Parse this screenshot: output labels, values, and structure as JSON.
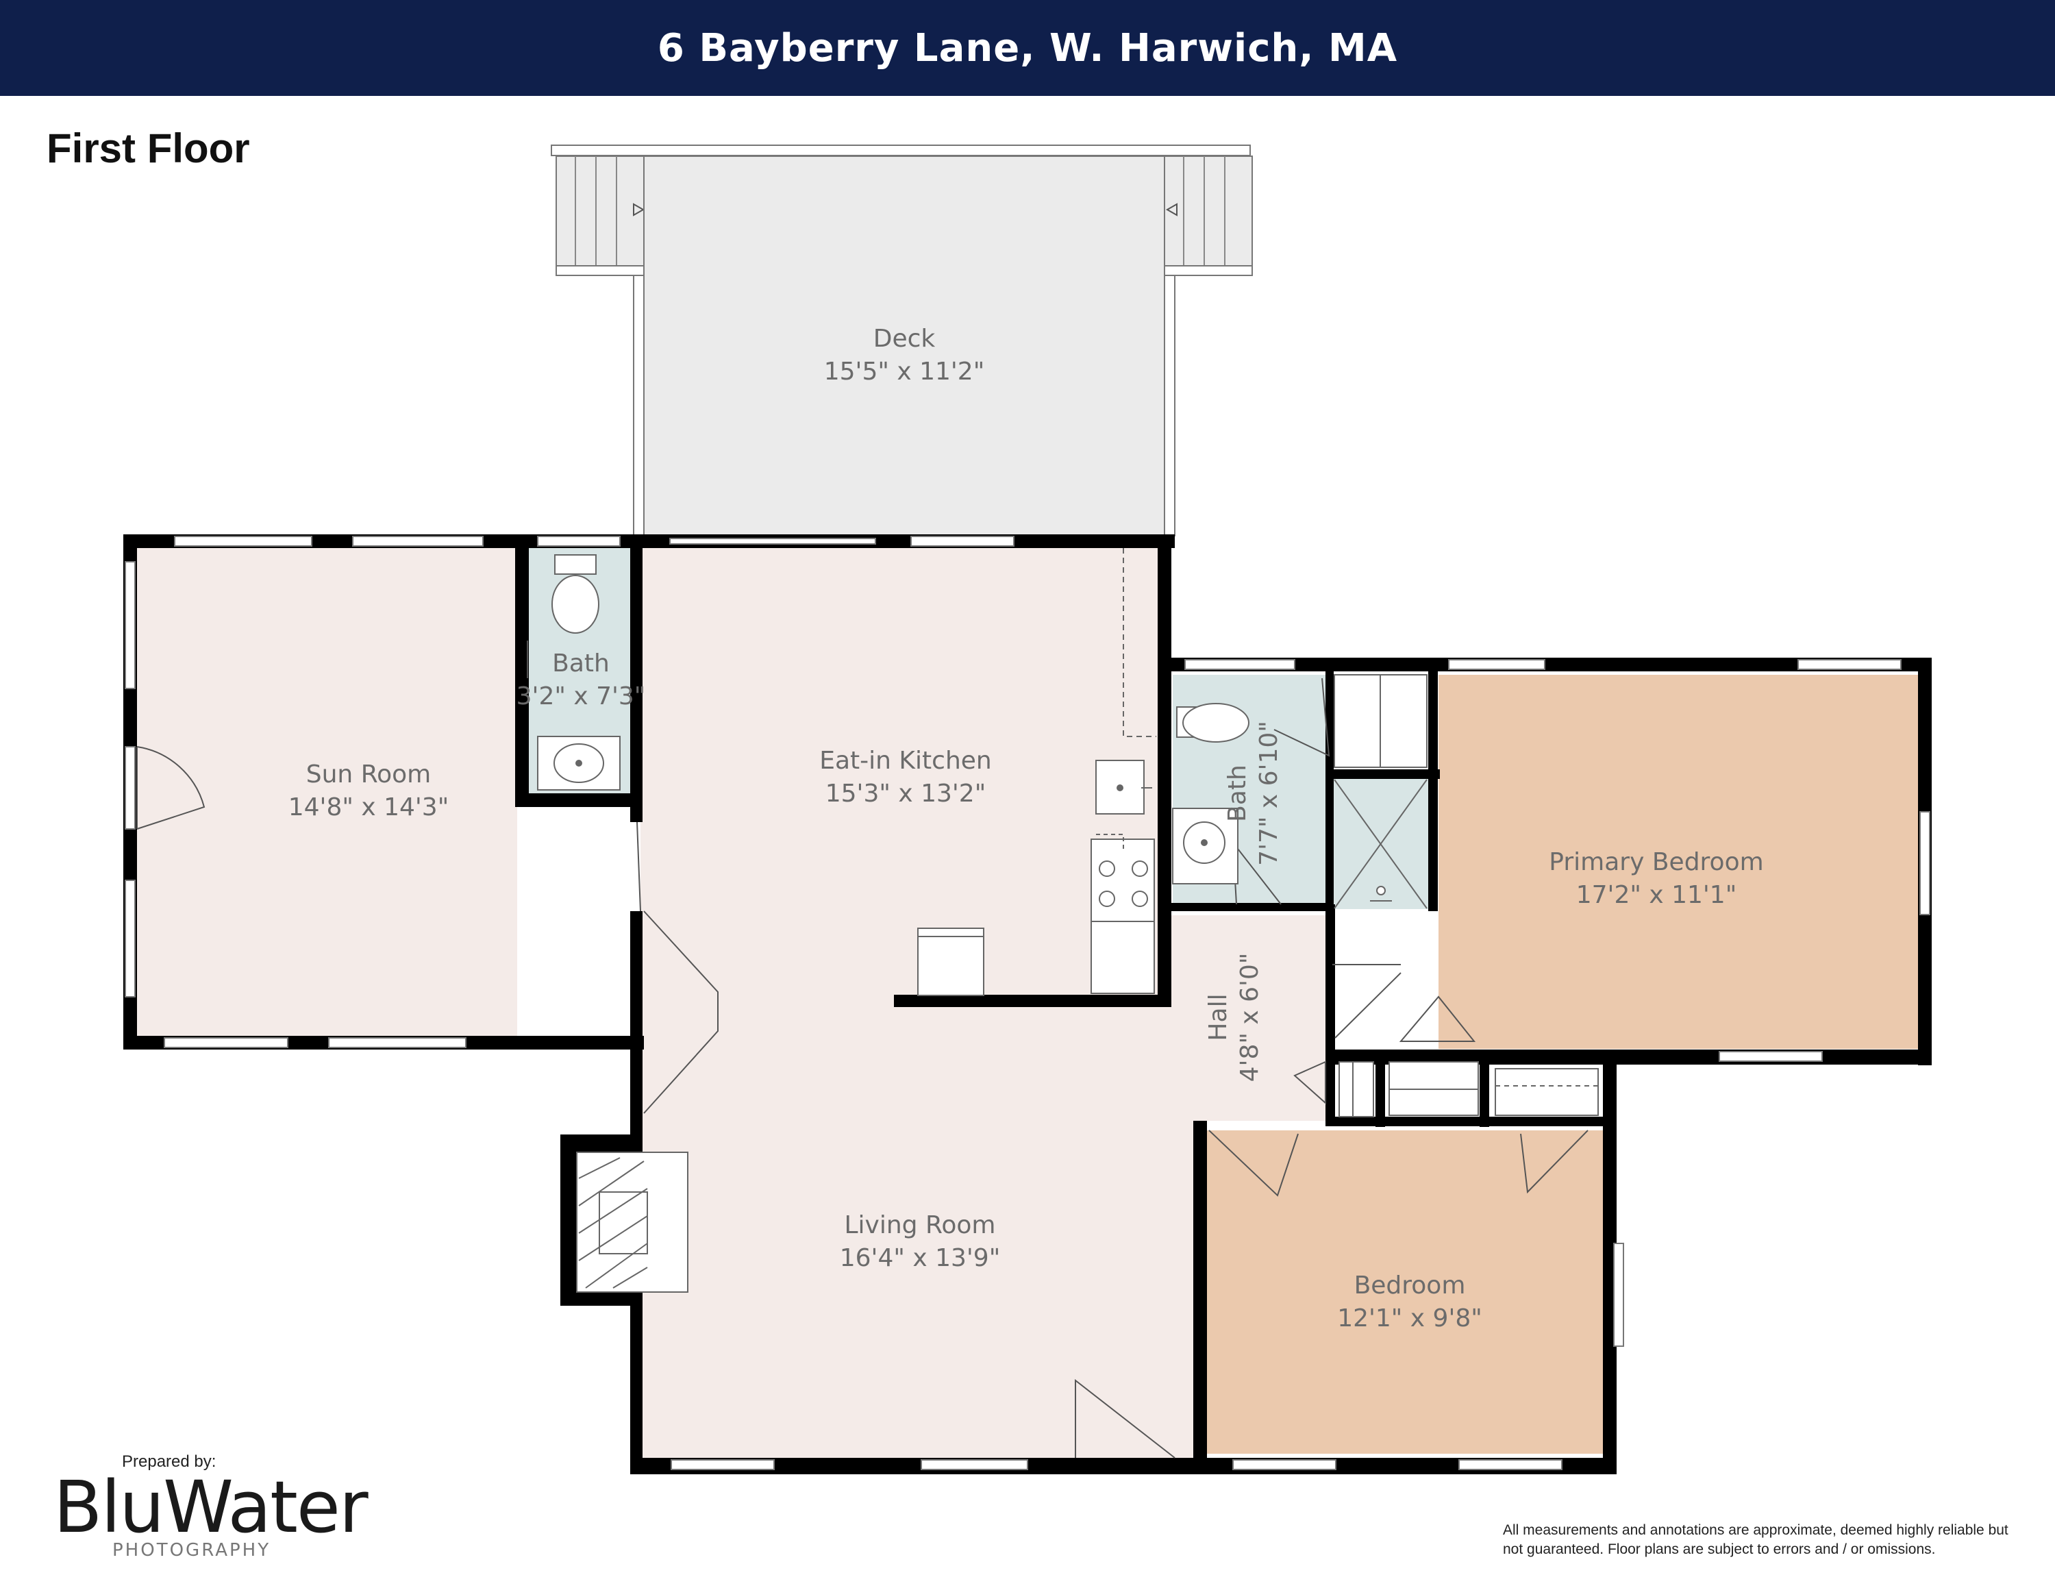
{
  "header": {
    "title": "6 Bayberry Lane, W. Harwich, MA"
  },
  "floor_label": "First Floor",
  "colors": {
    "header_bg": "#0f1f4b",
    "wall": "#000000",
    "deck": "#ebebeb",
    "common_room": "#f4ebe8",
    "bath": "#d8e5e5",
    "bedroom": "#ebc9ad",
    "label": "#6b6b6b"
  },
  "rooms": {
    "deck": {
      "name": "Deck",
      "size": "15'5\" x 11'2\""
    },
    "sun_room": {
      "name": "Sun Room",
      "size": "14'8\" x 14'3\""
    },
    "bath_1": {
      "name": "Bath",
      "size": "3'2\" x 7'3\""
    },
    "kitchen": {
      "name": "Eat-in Kitchen",
      "size": "15'3\" x 13'2\""
    },
    "bath_2": {
      "name": "Bath",
      "size": "7'7\" x 6'10\""
    },
    "primary_bedroom": {
      "name": "Primary Bedroom",
      "size": "17'2\" x 11'1\""
    },
    "hall": {
      "name": "Hall",
      "size": "4'8\" x 6'0\""
    },
    "living_room": {
      "name": "Living Room",
      "size": "16'4\" x 13'9\""
    },
    "bedroom": {
      "name": "Bedroom",
      "size": "12'1\" x 9'8\""
    }
  },
  "footer": {
    "prepared_by": "Prepared by:",
    "logo_name": "BluWater",
    "logo_sub": "PHOTOGRAPHY",
    "disclaimer": "All measurements and annotations are approximate, deemed highly reliable but not guaranteed. Floor plans are subject to errors and / or omissions."
  }
}
